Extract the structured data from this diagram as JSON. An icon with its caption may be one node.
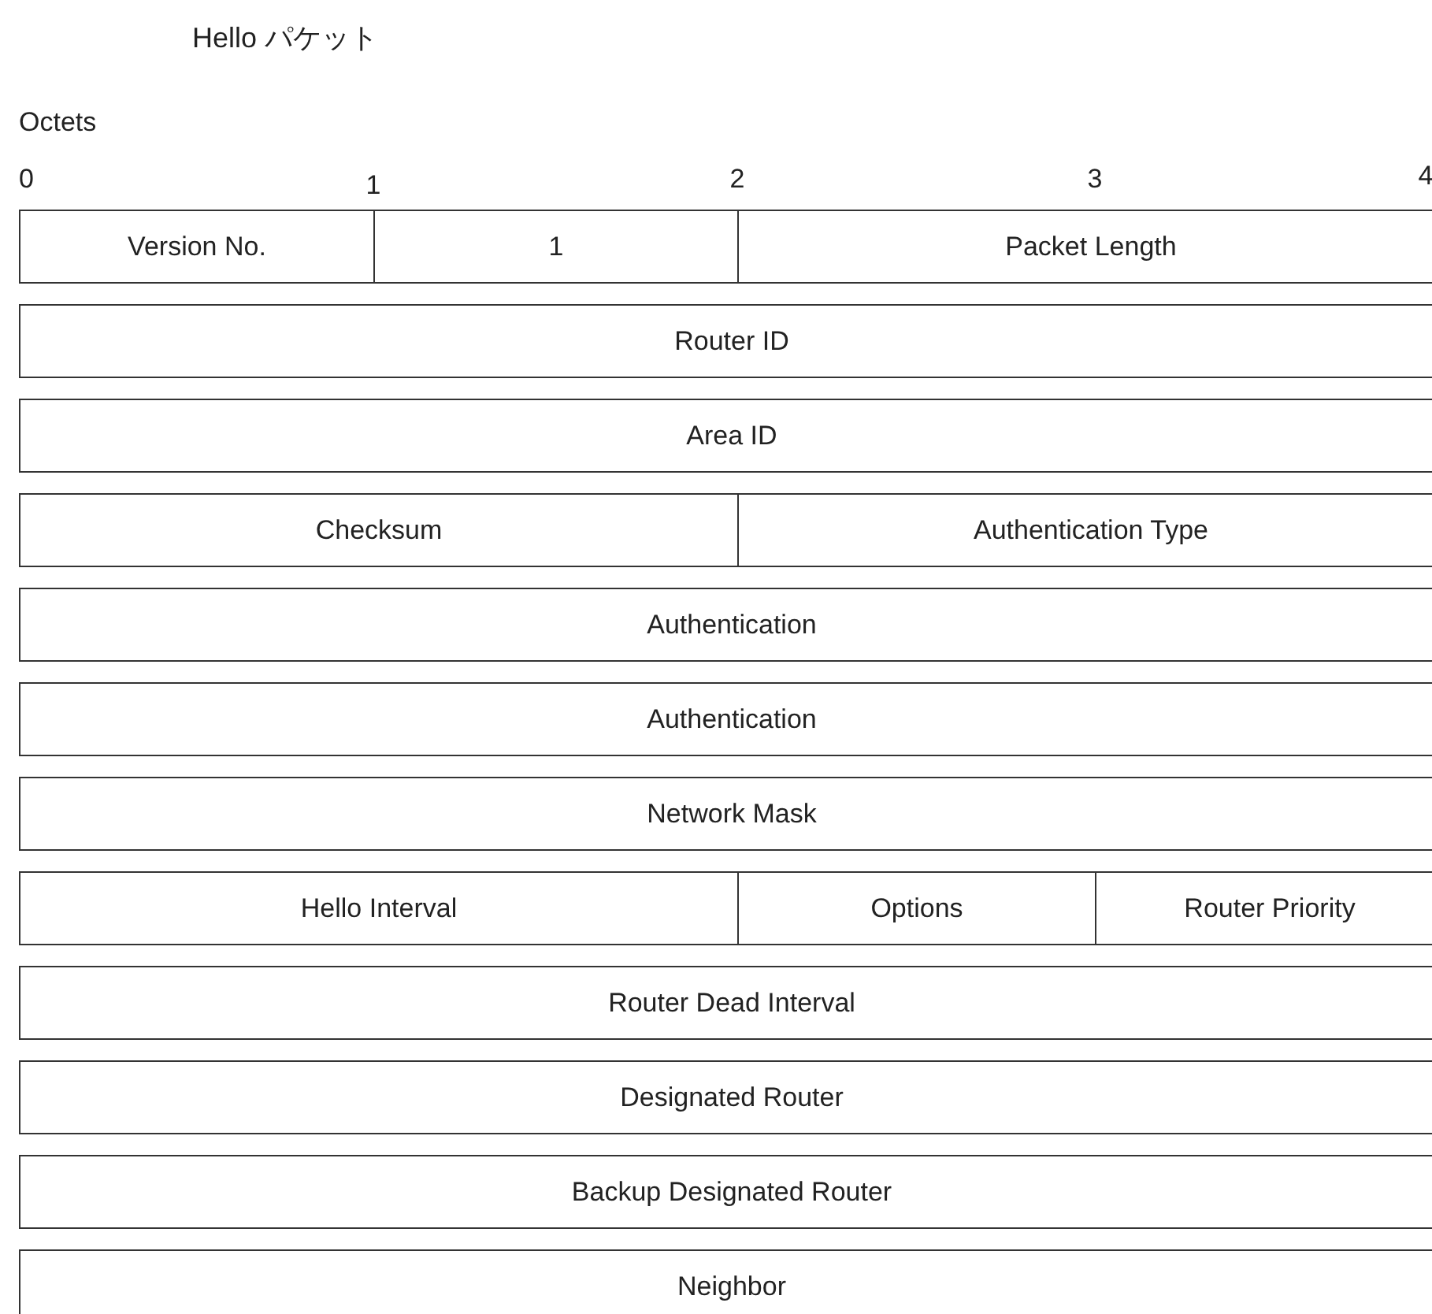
{
  "diagram": {
    "title": "Hello パケット",
    "nodes": [
      {
        "text": [
          "Version No."
        ]
      },
      {
        "text": [
          "1"
        ]
      },
      {
        "text": [
          "Packet Length"
        ]
      },
      {
        "text": [
          "Router ID"
        ]
      },
      {
        "text": [
          "Area ID"
        ]
      },
      {
        "text": [
          "Checksum"
        ]
      },
      {
        "text": [
          "Authentication Type"
        ]
      },
      {
        "text": [
          "Authentication"
        ]
      },
      {
        "text": [
          "Authentication"
        ]
      },
      {
        "text": [
          "Network Mask"
        ]
      },
      {
        "text": [
          "Hello Interval"
        ]
      },
      {
        "text": [
          "Options"
        ]
      },
      {
        "text": [
          "Router Priority"
        ]
      },
      {
        "text": [
          "Router Dead Interval"
        ]
      },
      {
        "text": [
          "Designated Router"
        ]
      },
      {
        "text": [
          "Backup Designated Router"
        ]
      },
      {
        "text": [
          "Neighbor"
        ]
      }
    ],
    "labels": [
      "Octets",
      "0",
      "1",
      "2",
      "3",
      "4"
    ]
  }
}
